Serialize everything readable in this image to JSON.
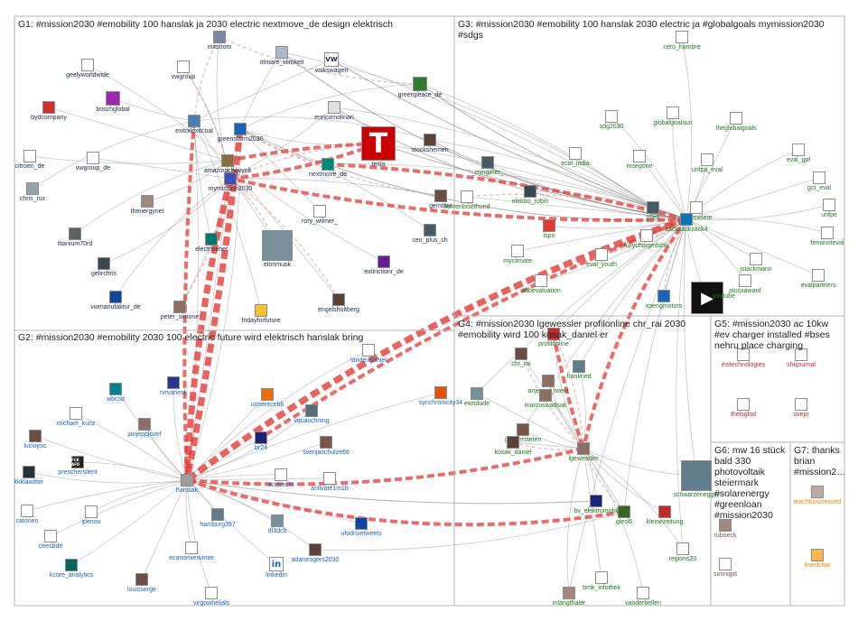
{
  "groups": [
    {
      "id": "G1",
      "title": "G1: #mission2030 #emobility 100 hanslak ja 2030 electric nextmove_de design elektrisch",
      "color": "#1b2a4a"
    },
    {
      "id": "G2",
      "title": "G2: #mission2030 #emobility 2030 100 electric future wird elektrisch hanslak bring",
      "color": "#1565c0"
    },
    {
      "id": "G3",
      "title": "G3: #mission2030 #emobility 100 hanslak 2030 electric ja #globalgoals mymission2030 #sdgs",
      "color": "#1b7a1b"
    },
    {
      "id": "G4",
      "title": "G4: #mission2030 lgewessler profilonline chr_rai 2030 #emobility wird 100 kosak_daniel er",
      "color": "#1b7a1b"
    },
    {
      "id": "G5",
      "title": "G5: #mission2030 ac 10kw #ev charger installed #bses nehru place charging",
      "color": "#c62828"
    },
    {
      "id": "G6",
      "title": "G6: mw 16 stück bald 330 photovoltaik steiermark #solarenergy #greenloan #mission2030",
      "color": "#795548"
    },
    {
      "id": "G7",
      "title": "G7: thanks brian #mission2…",
      "color": "#e68a00"
    }
  ],
  "nodes": [
    {
      "id": "mitstrom",
      "label": "mitstrom",
      "group": "G1",
      "fill": "#7a8aa5"
    },
    {
      "id": "otmare_klimkeit",
      "label": "otmare_klimkeit",
      "group": "G1",
      "fill": "#b0b8c8"
    },
    {
      "id": "volkswagen",
      "label": "volkswagen",
      "group": "G1",
      "fill": "#ffffff",
      "glyph": "VW",
      "glyph_color": "#1b2a4a"
    },
    {
      "id": "geelyworldwide",
      "label": "geelyworldwide",
      "group": "G1",
      "fill": "#ffffff"
    },
    {
      "id": "vwgroup",
      "label": "vwgroup",
      "group": "G1",
      "fill": "#ffffff"
    },
    {
      "id": "greenpeace_de",
      "label": "greenpeace_de",
      "group": "G1",
      "fill": "#2e7d32"
    },
    {
      "id": "boschglobal",
      "label": "boschglobal",
      "group": "G1",
      "fill": "#9c27b0"
    },
    {
      "id": "bydcompany",
      "label": "bydcompany",
      "group": "G1",
      "fill": "#d32f2f"
    },
    {
      "id": "enricomolinari",
      "label": "enricomolinari",
      "group": "G1",
      "fill": "#e0e0e0"
    },
    {
      "id": "exitoilexitcoal",
      "label": "exitoilexitcoal",
      "group": "G1",
      "fill": "#4a7fb5"
    },
    {
      "id": "greenstorm2030",
      "label": "greenstorm2030",
      "group": "G1",
      "fill": "#1565c0"
    },
    {
      "id": "tesla",
      "label": "tesla",
      "group": "G1",
      "fill": "#cc0000",
      "glyph": "T",
      "glyph_color": "#ffffff"
    },
    {
      "id": "stockshemen",
      "label": "stockshemen",
      "group": "G1",
      "fill": "#5d4037"
    },
    {
      "id": "citroen_de",
      "label": "citroen_de",
      "group": "G1",
      "fill": "#ffffff"
    },
    {
      "id": "vwgroup_de",
      "label": "vwgroup_de",
      "group": "G1",
      "fill": "#ffffff"
    },
    {
      "id": "amazingchevvolt",
      "label": "amazingchevvolt",
      "group": "G1",
      "fill": "#8a6d3b"
    },
    {
      "id": "nextmove_de",
      "label": "nextmove_de",
      "group": "G1",
      "fill": "#00897b"
    },
    {
      "id": "mymission2030",
      "label": "mymission2030",
      "group": "G1",
      "fill": "#3f51b5"
    },
    {
      "id": "chris_rux",
      "label": "chris_rux",
      "group": "G1",
      "fill": "#90a4ae"
    },
    {
      "id": "thenergynet",
      "label": "thenergynet",
      "group": "G1",
      "fill": "#a1887f"
    },
    {
      "id": "gemotra",
      "label": "gemotra",
      "group": "G1",
      "fill": "#6d4c41"
    },
    {
      "id": "rory_wilmer_",
      "label": "rory_wilmer_",
      "group": "G1",
      "fill": "#ffffff"
    },
    {
      "id": "electrivenet",
      "label": "electrivenet",
      "group": "G1",
      "fill": "#00796b"
    },
    {
      "id": "titanium70rd",
      "label": "titanium70rd",
      "group": "G1",
      "fill": "#616161"
    },
    {
      "id": "gelirchris",
      "label": "gelirchris",
      "group": "G1",
      "fill": "#37474f"
    },
    {
      "id": "ceo_plus_ch",
      "label": "ceo_plus_ch",
      "group": "G1",
      "fill": "#455a64"
    },
    {
      "id": "elonmusk",
      "label": "elonmusk",
      "group": "G1",
      "fill": "#78909c"
    },
    {
      "id": "extinctionr_de",
      "label": "extinctionr_de",
      "group": "G1",
      "fill": "#6a1b9a"
    },
    {
      "id": "vwmanufaktur_de",
      "label": "vwmanufaktur_de",
      "group": "G1",
      "fill": "#0d47a1"
    },
    {
      "id": "peter_simone",
      "label": "peter_simone",
      "group": "G1",
      "fill": "#8d6e63"
    },
    {
      "id": "fridayforfuture",
      "label": "fridayforfuture",
      "group": "G1",
      "fill": "#fbc02d"
    },
    {
      "id": "engelshultberg",
      "label": "engelshultberg",
      "group": "G1",
      "fill": "#5d4037"
    },
    {
      "id": "landeudaniel",
      "label": "landeudaniel",
      "group": "G2",
      "fill": "#ffffff"
    },
    {
      "id": "nirvanesk",
      "label": "nirvanesk",
      "group": "G2",
      "fill": "#283593"
    },
    {
      "id": "wbcsd",
      "label": "wbcsd",
      "group": "G2",
      "fill": "#00838f"
    },
    {
      "id": "unserecebb",
      "label": "unserecebb",
      "group": "G2",
      "fill": "#ef6c00"
    },
    {
      "id": "michael_kunz",
      "label": "michael_kunz",
      "group": "G2",
      "fill": "#ffffff"
    },
    {
      "id": "vquaschning",
      "label": "vquaschning",
      "group": "G2",
      "fill": "#546e7a"
    },
    {
      "id": "synchronicity34",
      "label": "synchronicity34",
      "group": "G2",
      "fill": "#e65100"
    },
    {
      "id": "janjeppjozef",
      "label": "janjeppjozef",
      "group": "G2",
      "fill": "#8d6e63"
    },
    {
      "id": "luciojmc",
      "label": "luciojmc",
      "group": "G2",
      "fill": "#6d4c41"
    },
    {
      "id": "br24",
      "label": "br24",
      "group": "G2",
      "fill": "#1a237e"
    },
    {
      "id": "svenjaschulze68",
      "label": "svenjaschulze68",
      "group": "G2",
      "fill": "#795548"
    },
    {
      "id": "preschersilent",
      "label": "preschersilent",
      "group": "G2",
      "fill": "#212121",
      "glyph": "FCK AFD",
      "glyph_color": "#ffffff"
    },
    {
      "id": "kkklawitter",
      "label": "kkklawitter",
      "group": "G2",
      "fill": "#263238"
    },
    {
      "id": "hanslak",
      "label": "hanslak",
      "group": "G2",
      "fill": "#9e9e9e"
    },
    {
      "id": "ecutrecht",
      "label": "ecutrecht",
      "group": "G2",
      "fill": "#ffffff"
    },
    {
      "id": "activate1m1b",
      "label": "activate1m1b",
      "group": "G2",
      "fill": "#ffffff"
    },
    {
      "id": "catoneo",
      "label": "catoneo",
      "group": "G2",
      "fill": "#ffffff"
    },
    {
      "id": "ipenou",
      "label": "ipenou",
      "group": "G2",
      "fill": "#ffffff"
    },
    {
      "id": "hamburg397",
      "label": "hamburg397",
      "group": "G2",
      "fill": "#607d8b"
    },
    {
      "id": "df3dcb",
      "label": "df3dcb",
      "group": "G2",
      "fill": "#78909c"
    },
    {
      "id": "ufodrivetweets",
      "label": "ufodrivetweets",
      "group": "G2",
      "fill": "#0d47a1"
    },
    {
      "id": "ceesbde",
      "label": "ceesbde",
      "group": "G2",
      "fill": "#ffffff"
    },
    {
      "id": "economieruimte",
      "label": "economieruimte",
      "group": "G2",
      "fill": "#ffffff"
    },
    {
      "id": "adamrogers2030",
      "label": "adamrogers2030",
      "group": "G2",
      "fill": "#5d4037"
    },
    {
      "id": "kcore_analytics",
      "label": "kcore_analytics",
      "group": "G2",
      "fill": "#00695c"
    },
    {
      "id": "louisserge",
      "label": "louisserge",
      "group": "G2",
      "fill": "#6d4c41"
    },
    {
      "id": "linkedin",
      "label": "linkedin",
      "group": "G2",
      "fill": "#ffffff",
      "glyph": "in",
      "glyph_color": "#0a66c2"
    },
    {
      "id": "virgowhelials",
      "label": "virgowhelials",
      "group": "G2",
      "fill": "#ffffff"
    },
    {
      "id": "cero_hambre",
      "label": "cero_hambre",
      "group": "G3",
      "fill": "#ffffff"
    },
    {
      "id": "sdg2030",
      "label": "sdg2030",
      "group": "G3",
      "fill": "#ffffff"
    },
    {
      "id": "globalgoalsun",
      "label": "globalgoalsun",
      "group": "G3",
      "fill": "#ffffff"
    },
    {
      "id": "theglobalgoals",
      "label": "theglobalgoals",
      "group": "G3",
      "fill": "#ffffff"
    },
    {
      "id": "mingerer",
      "label": "_mingerer_",
      "group": "G3",
      "fill": "#455a64"
    },
    {
      "id": "ecol_india",
      "label": "ecol_india",
      "group": "G3",
      "fill": "#ffffff"
    },
    {
      "id": "msegone",
      "label": "msegone",
      "group": "G3",
      "fill": "#ffffff"
    },
    {
      "id": "unfpa_eval",
      "label": "unfpa_eval",
      "group": "G3",
      "fill": "#ffffff"
    },
    {
      "id": "eval_gpf",
      "label": "eval_gpf",
      "group": "G3",
      "fill": "#ffffff"
    },
    {
      "id": "herrenloserhund",
      "label": "herrenloserhund",
      "group": "G3",
      "fill": "#ffffff"
    },
    {
      "id": "elektro_robin",
      "label": "elektro_robin",
      "group": "G3",
      "fill": "#37474f"
    },
    {
      "id": "gct_eval",
      "label": "gct_eval",
      "group": "G3",
      "fill": "#ffffff"
    },
    {
      "id": "pfleb",
      "label": "pfleb",
      "group": "G3",
      "fill": "#455a64"
    },
    {
      "id": "peermelere",
      "label": "peermelere",
      "group": "G3",
      "fill": "#ffffff"
    },
    {
      "id": "unfpe",
      "label": "unfpe",
      "group": "G3",
      "fill": "#ffffff"
    },
    {
      "id": "zackzackzack4",
      "label": "zackzackzack4",
      "group": "G3",
      "fill": "#0277bd"
    },
    {
      "id": "ispo",
      "label": "ispo",
      "group": "G3",
      "fill": "#e53935"
    },
    {
      "id": "fullychargedshw",
      "label": "fullychargedshw",
      "group": "G3",
      "fill": "#ffffff"
    },
    {
      "id": "feministeval",
      "label": "feministeval",
      "group": "G3",
      "fill": "#ffffff"
    },
    {
      "id": "myclimate",
      "label": "myclimate",
      "group": "G3",
      "fill": "#ffffff"
    },
    {
      "id": "eval_youth",
      "label": "eval_youth",
      "group": "G3",
      "fill": "#ffffff"
    },
    {
      "id": "jstackmann",
      "label": "jstackmann",
      "group": "G3",
      "fill": "#ffffff"
    },
    {
      "id": "evalpartners",
      "label": "evalpartners",
      "group": "G3",
      "fill": "#ffffff"
    },
    {
      "id": "adbevaluation",
      "label": "adbevaluation",
      "group": "G3",
      "fill": "#ffffff"
    },
    {
      "id": "xpengmotors",
      "label": "xpengmotors",
      "group": "G3",
      "fill": "#1565c0"
    },
    {
      "id": "youtube",
      "label": "youtube",
      "group": "G3",
      "fill": "#111111",
      "glyph": "▶",
      "glyph_color": "#ffffff"
    },
    {
      "id": "plusxaward",
      "label": "plusxaward",
      "group": "G3",
      "fill": "#ffffff"
    },
    {
      "id": "profilonline",
      "label": "profilonline",
      "group": "G4",
      "fill": "#c62828"
    },
    {
      "id": "chr_rai",
      "label": "chr_rai",
      "group": "G4",
      "fill": "#6d4c41"
    },
    {
      "id": "frankried",
      "label": "frankried",
      "group": "G4",
      "fill": "#607d8b"
    },
    {
      "id": "anjenes_tweet",
      "label": "anjenes_tweet",
      "group": "G4",
      "fill": "#8d6e63"
    },
    {
      "id": "ewsdude",
      "label": "ewsdude",
      "group": "G4",
      "fill": "#78909c"
    },
    {
      "id": "marcuswadsak",
      "label": "marcuswadsak",
      "group": "G4",
      "fill": "#8d6e63"
    },
    {
      "id": "gansersteten",
      "label": "gansersteten",
      "group": "G4",
      "fill": "#795548"
    },
    {
      "id": "kosak_daniel",
      "label": "kosak_daniel",
      "group": "G4",
      "fill": "#5d4037"
    },
    {
      "id": "lgewessler",
      "label": "lgewessler",
      "group": "G4",
      "fill": "#8d6e63"
    },
    {
      "id": "schwarzenegger",
      "label": "schwarzenegger",
      "group": "G4",
      "fill": "#607d8b"
    },
    {
      "id": "bv_elektromobil",
      "label": "bv_elektromobil",
      "group": "G4",
      "fill": "#1a237e"
    },
    {
      "id": "giesl6",
      "label": "giesl6",
      "group": "G4",
      "fill": "#33691e"
    },
    {
      "id": "kleinezeitung",
      "label": "kleinezeitung",
      "group": "G4",
      "fill": "#c62828"
    },
    {
      "id": "regions20",
      "label": "regions20",
      "group": "G4",
      "fill": "#ffffff"
    },
    {
      "id": "bmk_infothek",
      "label": "bmk_infothek",
      "group": "G4",
      "fill": "#ffffff"
    },
    {
      "id": "mlangthaler",
      "label": "mlangthaler",
      "group": "G4",
      "fill": "#a1887f"
    },
    {
      "id": "vanderbellen",
      "label": "vanderbellen",
      "group": "G4",
      "fill": "#ffffff"
    },
    {
      "id": "evitechnologies",
      "label": "evitechnologies",
      "group": "G5",
      "fill": "#ffffff"
    },
    {
      "id": "shkjournal",
      "label": "shkjournal",
      "group": "G5",
      "fill": "#ffffff"
    },
    {
      "id": "thelsglod",
      "label": "thelsglod",
      "group": "G5",
      "fill": "#ffffff"
    },
    {
      "id": "ovepr",
      "label": "ovepr",
      "group": "G5",
      "fill": "#ffffff"
    },
    {
      "id": "ruboeck",
      "label": "ruboeck",
      "group": "G6",
      "fill": "#a1887f"
    },
    {
      "id": "sonnigst",
      "label": "sonnigst",
      "group": "G6",
      "fill": "#ffffff"
    },
    {
      "id": "teachbusinessed",
      "label": "teachbusinessed",
      "group": "G7",
      "fill": "#bcaaa4"
    },
    {
      "id": "finedchat",
      "label": "finedchat",
      "group": "G7",
      "fill": "#ffb74d"
    }
  ]
}
